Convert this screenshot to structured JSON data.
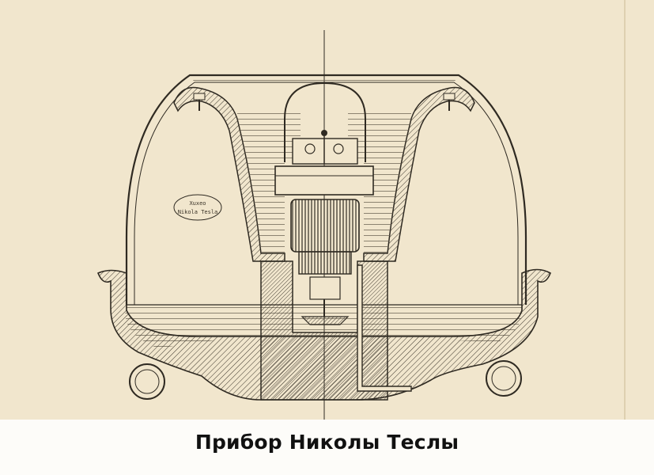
{
  "caption": "Прибор Николы Теслы",
  "stamp": {
    "line1": "Xuxeo",
    "line2": "Nikola Tesla"
  },
  "colors": {
    "paper": "#f1e6cd",
    "ink": "#2f2a22",
    "background": "#fdfcf9"
  }
}
